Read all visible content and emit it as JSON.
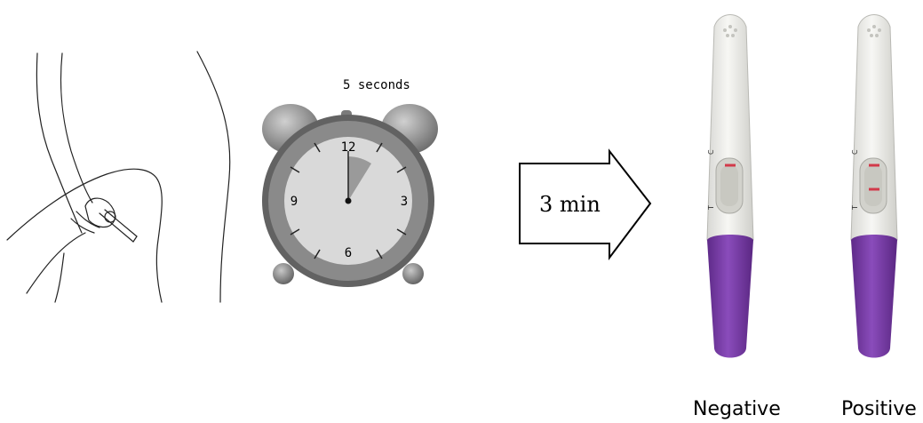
{
  "clock": {
    "caption": "5 seconds",
    "numerals": {
      "twelve": "12",
      "three": "3",
      "six": "6",
      "nine": "9"
    },
    "elapsed_seconds": 5
  },
  "arrow": {
    "label": "3 min"
  },
  "tests": [
    {
      "name": "Negative",
      "marks": {
        "t": "T",
        "c": "C"
      },
      "t_line_visible": false,
      "c_line_visible": true
    },
    {
      "name": "Positive",
      "marks": {
        "t": "T",
        "c": "C"
      },
      "t_line_visible": true,
      "c_line_visible": true
    }
  ],
  "colors": {
    "clock_body": "#6e6e6e",
    "clock_face": "#d9d9d9",
    "handle_purple": "#7b3fa8",
    "test_line_red": "#d23a4a",
    "stick_body": "#eeeeea"
  }
}
